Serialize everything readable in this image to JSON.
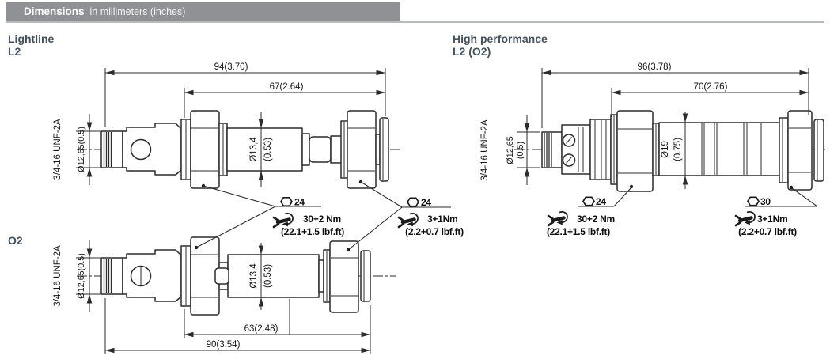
{
  "header": {
    "title": "Dimensions",
    "subtitle": "in millimeters (inches)"
  },
  "colors": {
    "header_bar": "#8f9194",
    "header_text": "#ffffff",
    "figure_title_text": "#41505c",
    "drawing_line": "#2b2b2b"
  },
  "lightline": {
    "title_line1": "Lightline",
    "title_line2": "L2",
    "dim_overall": "94(3.70)",
    "dim_to_end": "67(2.64)",
    "thread": "3/4-16 UNF-2A",
    "thread_dia": "Ø12,65(0.5)",
    "stem_dia": "Ø13,4",
    "stem_dia_in": "(0.53)"
  },
  "o2": {
    "title": "O2",
    "thread": "3/4-16 UNF-2A",
    "thread_dia": "Ø12,65(0.5)",
    "stem_dia": "Ø13,4",
    "stem_dia_in": "(0.53)",
    "dim_to_end": "63(2.48)",
    "dim_overall": "90(3.54)"
  },
  "highperf": {
    "title_line1": "High performance",
    "title_line2": "L2 (O2)",
    "dim_overall": "96(3.78)",
    "dim_to_end": "70(2.76)",
    "thread": "3/4-16 UNF-2A",
    "thread_dia": "Ø12,65",
    "thread_dia_in": "(0.5)",
    "barrel_dia": "Ø19",
    "barrel_dia_in": "(0.75)"
  },
  "torque": {
    "left_main_hex": "24",
    "left_main_nm": "30+2 Nm",
    "left_main_lbf": "(22.1+1.5 lbf.ft)",
    "left_end_hex": "24",
    "left_end_nm": "3+1Nm",
    "left_end_lbf": "(2.2+0.7 lbf.ft)",
    "right_main_hex": "24",
    "right_main_nm": "30+2 Nm",
    "right_main_lbf": "(22.1+1.5 lbf.ft)",
    "right_end_hex": "30",
    "right_end_nm": "3+1Nm",
    "right_end_lbf": "(2.2+0.7 lbf.ft)"
  }
}
